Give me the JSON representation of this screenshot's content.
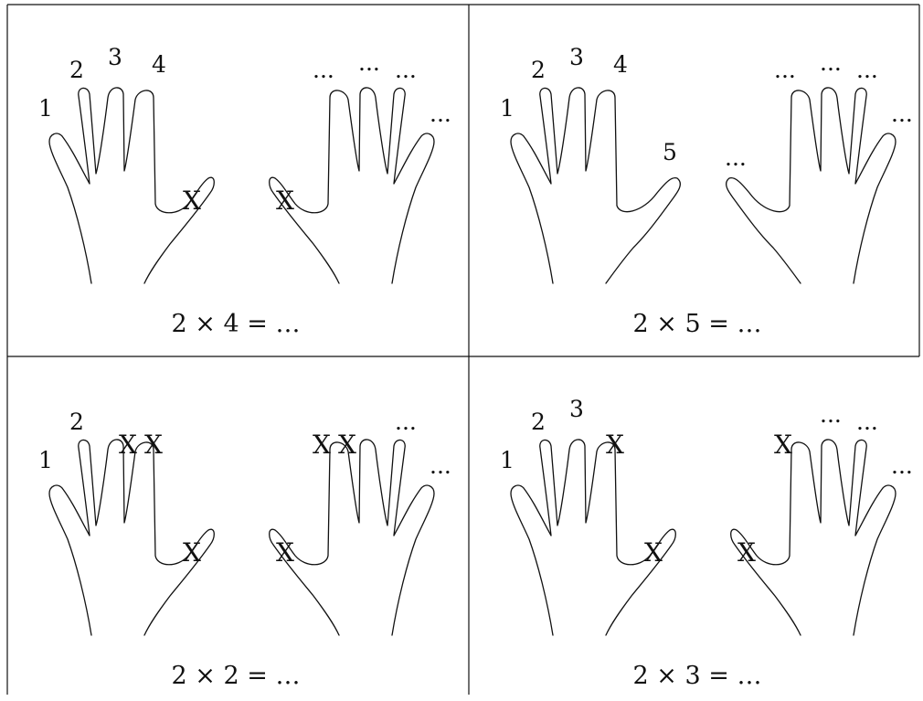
{
  "panels": [
    {
      "equation": "2 × 4 = …",
      "left_labels": [
        "1",
        "2",
        "3",
        "4",
        ""
      ],
      "left_folded": [
        false,
        false,
        false,
        false,
        true
      ],
      "right_labels": [
        "...",
        "...",
        "...",
        "...",
        ""
      ],
      "right_folded": [
        false,
        false,
        false,
        false,
        true
      ]
    },
    {
      "equation": "2 × 5 = …",
      "left_labels": [
        "1",
        "2",
        "3",
        "4",
        "5"
      ],
      "left_folded": [
        false,
        false,
        false,
        false,
        false
      ],
      "right_labels": [
        "...",
        "...",
        "...",
        "...",
        "..."
      ],
      "right_folded": [
        false,
        false,
        false,
        false,
        false
      ]
    },
    {
      "equation": "2 × 2 = …",
      "left_labels": [
        "1",
        "2",
        "",
        "",
        ""
      ],
      "left_folded": [
        false,
        false,
        true,
        true,
        true
      ],
      "right_labels": [
        "...",
        "...",
        "",
        "",
        ""
      ],
      "right_folded": [
        false,
        false,
        true,
        true,
        true
      ]
    },
    {
      "equation": "2 × 3 = …",
      "left_labels": [
        "1",
        "2",
        "3",
        "",
        ""
      ],
      "left_folded": [
        false,
        false,
        false,
        true,
        true
      ],
      "right_labels": [
        "...",
        "...",
        "...",
        "",
        ""
      ],
      "right_folded": [
        false,
        false,
        false,
        true,
        true
      ]
    }
  ],
  "fold_mark": "X"
}
